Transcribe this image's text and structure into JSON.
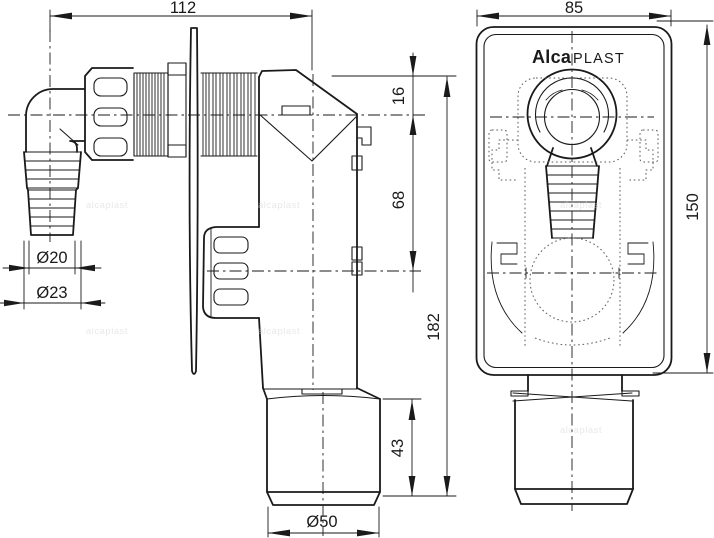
{
  "logo": {
    "alca": "Alca",
    "plast": "PLAST"
  },
  "watermark": "alcaplast",
  "colors": {
    "line": "#1a1a1a",
    "hidden_line": "#5a5a5a",
    "watermark": "#d6d6d6",
    "background": "#ffffff"
  },
  "dims": {
    "side": {
      "overall_width": "112",
      "hose_tail_od_small": "Ø20",
      "hose_tail_od_large": "Ø23",
      "inlet_axis_offset": "16",
      "axis_to_cleaning_cap": "68",
      "overall_height": "182",
      "outlet_stub_height": "43",
      "outlet_od": "Ø50"
    },
    "front": {
      "plate_width": "85",
      "plate_height": "150"
    }
  }
}
